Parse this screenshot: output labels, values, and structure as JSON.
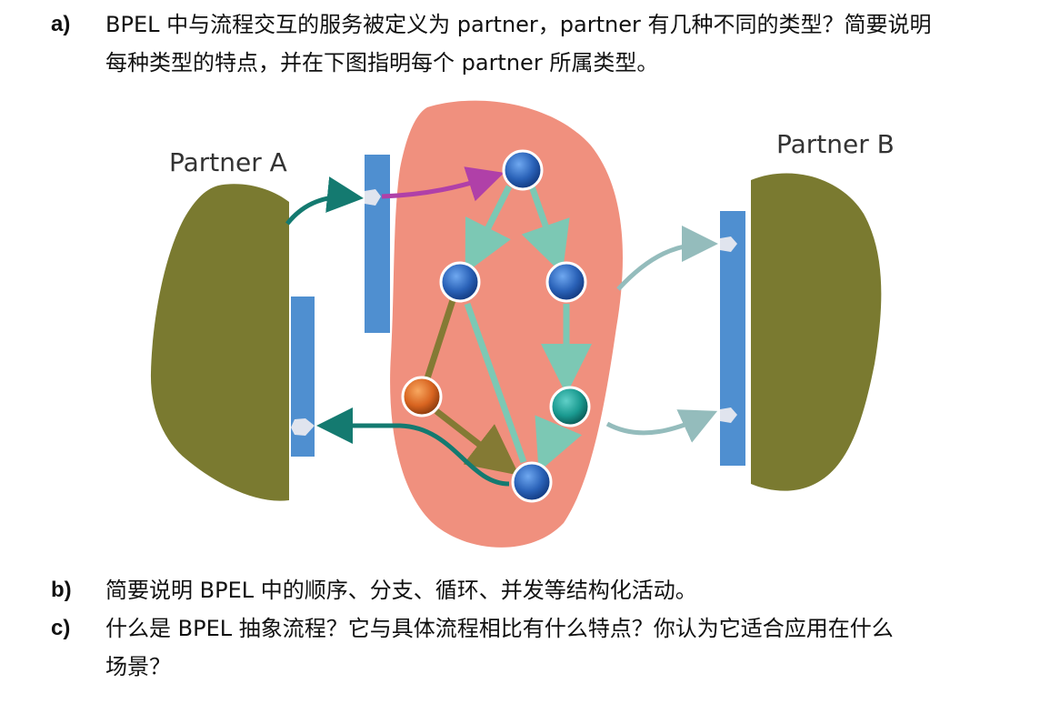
{
  "questions": [
    {
      "label": "a)",
      "lines": [
        "BPEL 中与流程交互的服务被定义为 partner，partner 有几种不同的类型？简要说明",
        "每种类型的特点，并在下图指明每个 partner 所属类型。"
      ]
    },
    {
      "label": "b)",
      "lines": [
        "简要说明 BPEL 中的顺序、分支、循环、并发等结构化活动。"
      ]
    },
    {
      "label": "c)",
      "lines": [
        "什么是 BPEL 抽象流程？它与具体流程相比有什么特点？你认为它适合应用在什么",
        "场景？"
      ]
    }
  ],
  "figure": {
    "partner_a_label": "Partner A",
    "partner_b_label": "Partner B",
    "colors": {
      "partner_shape": "#7a7a30",
      "process_shape": "#f0907e",
      "port_bar": "#4f8fd0",
      "node_blue": "#2a62b8",
      "node_orange": "#d86420",
      "node_teal": "#1a9a90",
      "arrow_dark_teal": "#147a70",
      "arrow_magenta": "#b040a8",
      "arrow_light_teal": "#7cc8b4",
      "arrow_olive": "#847a34",
      "arrow_gray_teal": "#94bcbc"
    }
  }
}
